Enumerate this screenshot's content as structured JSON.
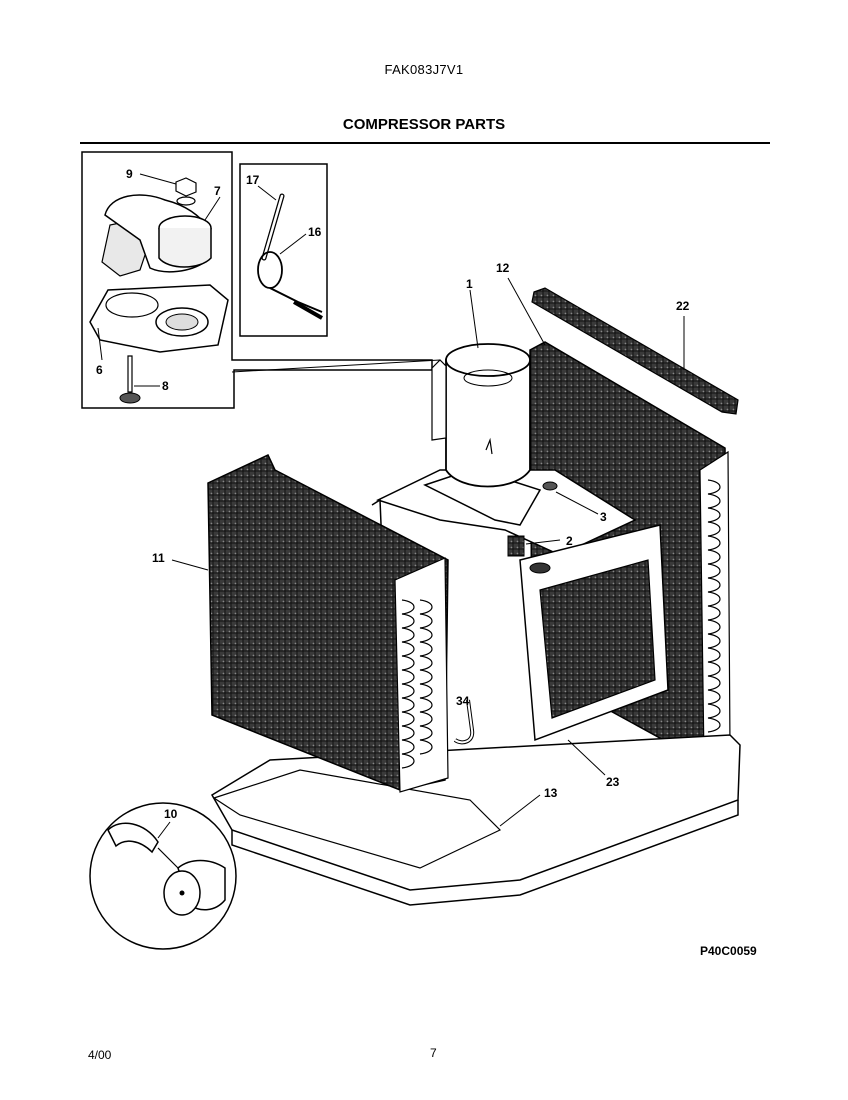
{
  "header": {
    "model": "FAK083J7V1",
    "title": "COMPRESSOR PARTS"
  },
  "callouts": {
    "c1": "1",
    "c2": "2",
    "c3": "3",
    "c6": "6",
    "c7": "7",
    "c8": "8",
    "c9": "9",
    "c10": "10",
    "c11": "11",
    "c12": "12",
    "c13": "13",
    "c16": "16",
    "c17": "17",
    "c22": "22",
    "c23": "23",
    "c34": "34"
  },
  "footer": {
    "reference": "P40C0059",
    "date": "4/00",
    "page": "7"
  }
}
